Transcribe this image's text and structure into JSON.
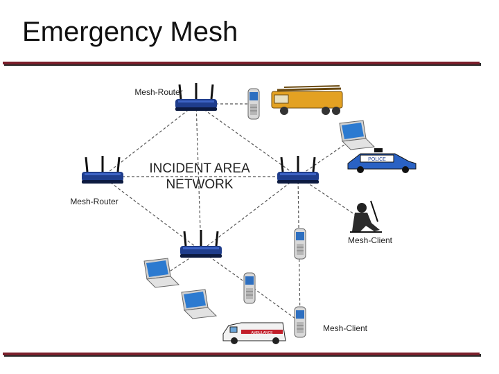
{
  "slide": {
    "title": "Emergency Mesh"
  },
  "diagram": {
    "center_label_line1": "INCIDENT AREA",
    "center_label_line2": "NETWORK",
    "labels": {
      "router_top": "Mesh-Router",
      "router_left": "Mesh-Router",
      "client_soldier": "Mesh-Client",
      "client_bottom": "Mesh-Client"
    },
    "police_text": "POLICE",
    "ambulance_text": "AMBULANCE"
  },
  "colors": {
    "accent_rule": "#7a1f2b",
    "router": "#1f3d8c",
    "link": "#555555"
  }
}
